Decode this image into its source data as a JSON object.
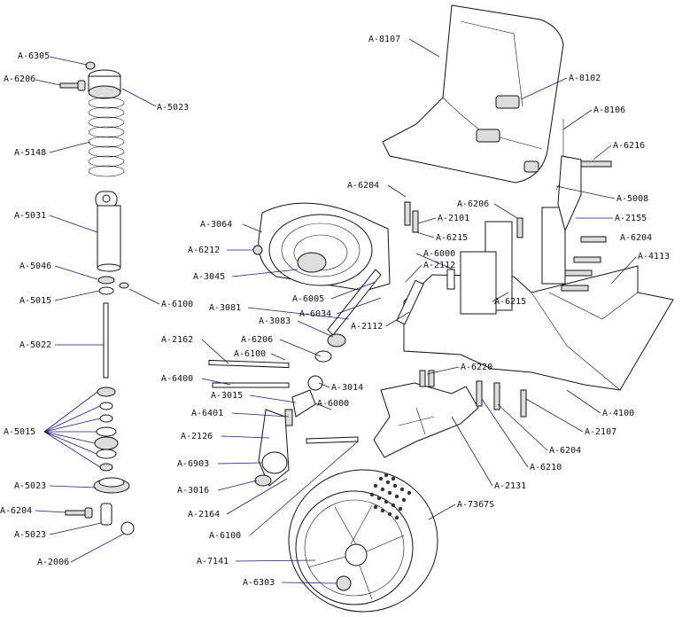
{
  "labels": [
    {
      "id": "l1",
      "text": "A-6305"
    },
    {
      "id": "l2",
      "text": "A-6206"
    },
    {
      "id": "l3",
      "text": "A-5023"
    },
    {
      "id": "l4",
      "text": "A-5148"
    },
    {
      "id": "l5",
      "text": "A-5031"
    },
    {
      "id": "l6",
      "text": "A-5046"
    },
    {
      "id": "l7",
      "text": "A-5015"
    },
    {
      "id": "l8",
      "text": "A-6100"
    },
    {
      "id": "l9",
      "text": "A-5022"
    },
    {
      "id": "l10",
      "text": "A-5015"
    },
    {
      "id": "l11",
      "text": "A-5023"
    },
    {
      "id": "l12",
      "text": "A-6204"
    },
    {
      "id": "l13",
      "text": "A-5023"
    },
    {
      "id": "l14",
      "text": "A-2006"
    },
    {
      "id": "l15",
      "text": "A-8107"
    },
    {
      "id": "l16",
      "text": "A-8102"
    },
    {
      "id": "l17",
      "text": "A-8106"
    },
    {
      "id": "l18",
      "text": "A-6216"
    },
    {
      "id": "l19",
      "text": "A-5008"
    },
    {
      "id": "l20",
      "text": "A-2155"
    },
    {
      "id": "l21",
      "text": "A-6204"
    },
    {
      "id": "l22",
      "text": "A-4113"
    },
    {
      "id": "l23",
      "text": "A-6204"
    },
    {
      "id": "l24",
      "text": "A-6206"
    },
    {
      "id": "l25",
      "text": "A-2101"
    },
    {
      "id": "l26",
      "text": "A-6215"
    },
    {
      "id": "l27",
      "text": "A-3064"
    },
    {
      "id": "l28",
      "text": "A-6212"
    },
    {
      "id": "l29",
      "text": "A-6000"
    },
    {
      "id": "l30",
      "text": "A-2112"
    },
    {
      "id": "l31",
      "text": "A-3045"
    },
    {
      "id": "l32",
      "text": "A-6005"
    },
    {
      "id": "l33",
      "text": "A-6215"
    },
    {
      "id": "l34",
      "text": "A-3081"
    },
    {
      "id": "l35",
      "text": "A-6034"
    },
    {
      "id": "l36",
      "text": "A-3083"
    },
    {
      "id": "l37",
      "text": "A-2112"
    },
    {
      "id": "l38",
      "text": "A-2162"
    },
    {
      "id": "l39",
      "text": "A-6206"
    },
    {
      "id": "l40",
      "text": "A-6100"
    },
    {
      "id": "l41",
      "text": "A-6220"
    },
    {
      "id": "l42",
      "text": "A-6400"
    },
    {
      "id": "l43",
      "text": "A-3014"
    },
    {
      "id": "l44",
      "text": "A-3015"
    },
    {
      "id": "l45",
      "text": "A-6000"
    },
    {
      "id": "l46",
      "text": "A-4100"
    },
    {
      "id": "l47",
      "text": "A-6401"
    },
    {
      "id": "l48",
      "text": "A-2107"
    },
    {
      "id": "l49",
      "text": "A-2126"
    },
    {
      "id": "l50",
      "text": "A-6204"
    },
    {
      "id": "l51",
      "text": "A-6903"
    },
    {
      "id": "l52",
      "text": "A-6210"
    },
    {
      "id": "l53",
      "text": "A-3016"
    },
    {
      "id": "l54",
      "text": "A-2131"
    },
    {
      "id": "l55",
      "text": "A-2164"
    },
    {
      "id": "l56",
      "text": "A-7367S"
    },
    {
      "id": "l57",
      "text": "A-6100"
    },
    {
      "id": "l58",
      "text": "A-7141"
    },
    {
      "id": "l59",
      "text": "A-6303"
    }
  ]
}
